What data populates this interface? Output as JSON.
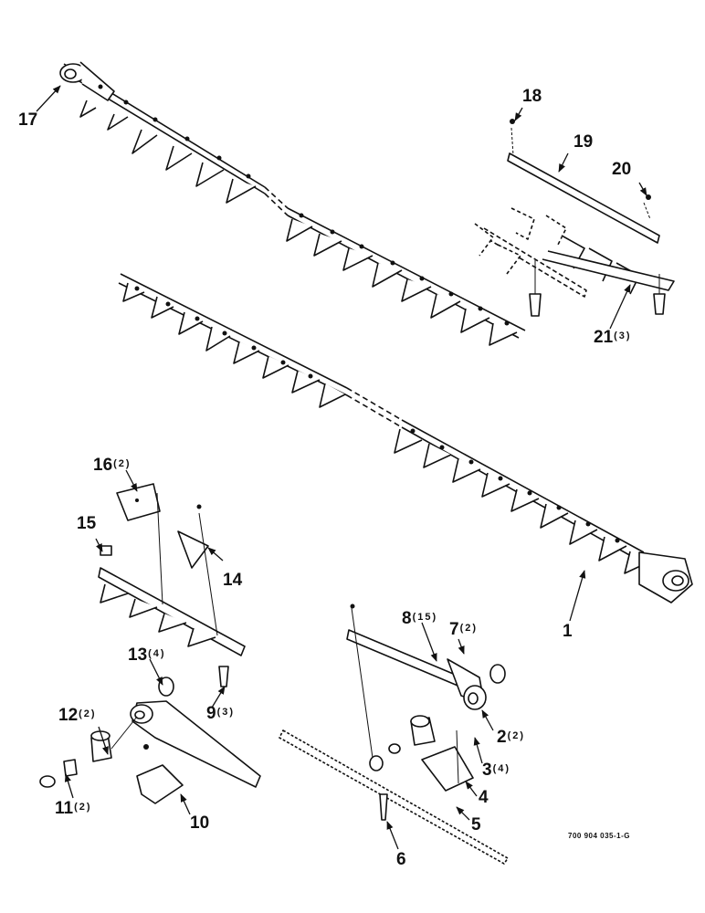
{
  "diagram": {
    "drawing_number": "700 904 035-1-G",
    "callouts": [
      {
        "id": "1",
        "number": "1",
        "qty": ""
      },
      {
        "id": "2",
        "number": "2",
        "qty": "(2)"
      },
      {
        "id": "3",
        "number": "3",
        "qty": "(4)"
      },
      {
        "id": "4",
        "number": "4",
        "qty": ""
      },
      {
        "id": "5",
        "number": "5",
        "qty": ""
      },
      {
        "id": "6",
        "number": "6",
        "qty": ""
      },
      {
        "id": "7",
        "number": "7",
        "qty": "(2)"
      },
      {
        "id": "8",
        "number": "8",
        "qty": "(15)"
      },
      {
        "id": "9",
        "number": "9",
        "qty": "(3)"
      },
      {
        "id": "10",
        "number": "10",
        "qty": ""
      },
      {
        "id": "11",
        "number": "11",
        "qty": "(2)"
      },
      {
        "id": "12",
        "number": "12",
        "qty": "(2)"
      },
      {
        "id": "13",
        "number": "13",
        "qty": "(4)"
      },
      {
        "id": "14",
        "number": "14",
        "qty": ""
      },
      {
        "id": "15",
        "number": "15",
        "qty": ""
      },
      {
        "id": "16",
        "number": "16",
        "qty": "(2)"
      },
      {
        "id": "17",
        "number": "17",
        "qty": ""
      },
      {
        "id": "18",
        "number": "18",
        "qty": ""
      },
      {
        "id": "19",
        "number": "19",
        "qty": ""
      },
      {
        "id": "20",
        "number": "20",
        "qty": ""
      },
      {
        "id": "21",
        "number": "21",
        "qty": "(3)"
      }
    ]
  }
}
